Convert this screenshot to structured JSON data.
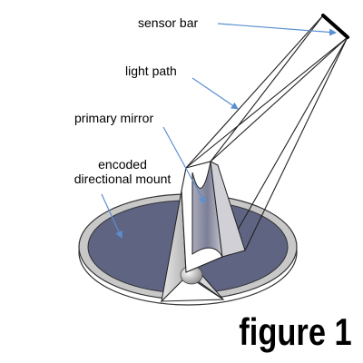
{
  "labels": {
    "sensor_bar": "sensor bar",
    "light_path": "light path",
    "primary_mirror": "primary mirror",
    "mount_line1": "encoded",
    "mount_line2": "directional mount"
  },
  "figure_label": "figure 1",
  "colors": {
    "mount_fill": "#5f6482",
    "mount_rim": "#c8c8c8",
    "mount_edge": "#333333",
    "arrow": "#5b8fd0",
    "outline": "#222222",
    "sensor_bar": "#000000"
  }
}
